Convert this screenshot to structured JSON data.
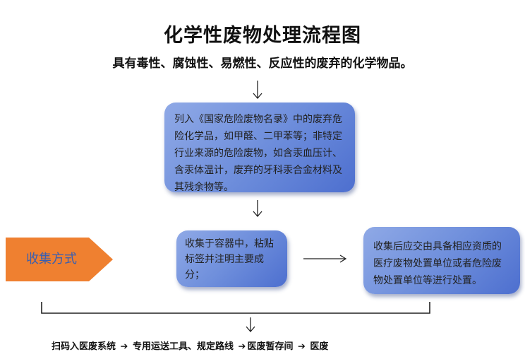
{
  "title": "化学性废物处理流程图",
  "subtitle": "具有毒性、腐蚀性、易燃性、反应性的废弃的化学物品。",
  "definition_box": "列入《国家危险废物名录》中的废弃危险化学品，如甲醛、二甲苯等；非特定行业来源的危险废物，如含汞血压计、含汞体温计，废弃的牙科汞合金材料及其残余物等。",
  "collection_label": "收集方式",
  "collect_box": "收集于容器中，粘贴标签并注明主要成分；",
  "handover_box": "收集后应交由具备相应资质的医疗废物处置单位或者危险废物处置单位等进行处置。",
  "steps": [
    "扫码入医废系统",
    "专用运送工具、规定路线",
    "医废暂存间",
    "医废"
  ],
  "colors": {
    "box": "#6f8fdc",
    "collection": "#ef8030",
    "collection_text": "#3a5fb0"
  }
}
